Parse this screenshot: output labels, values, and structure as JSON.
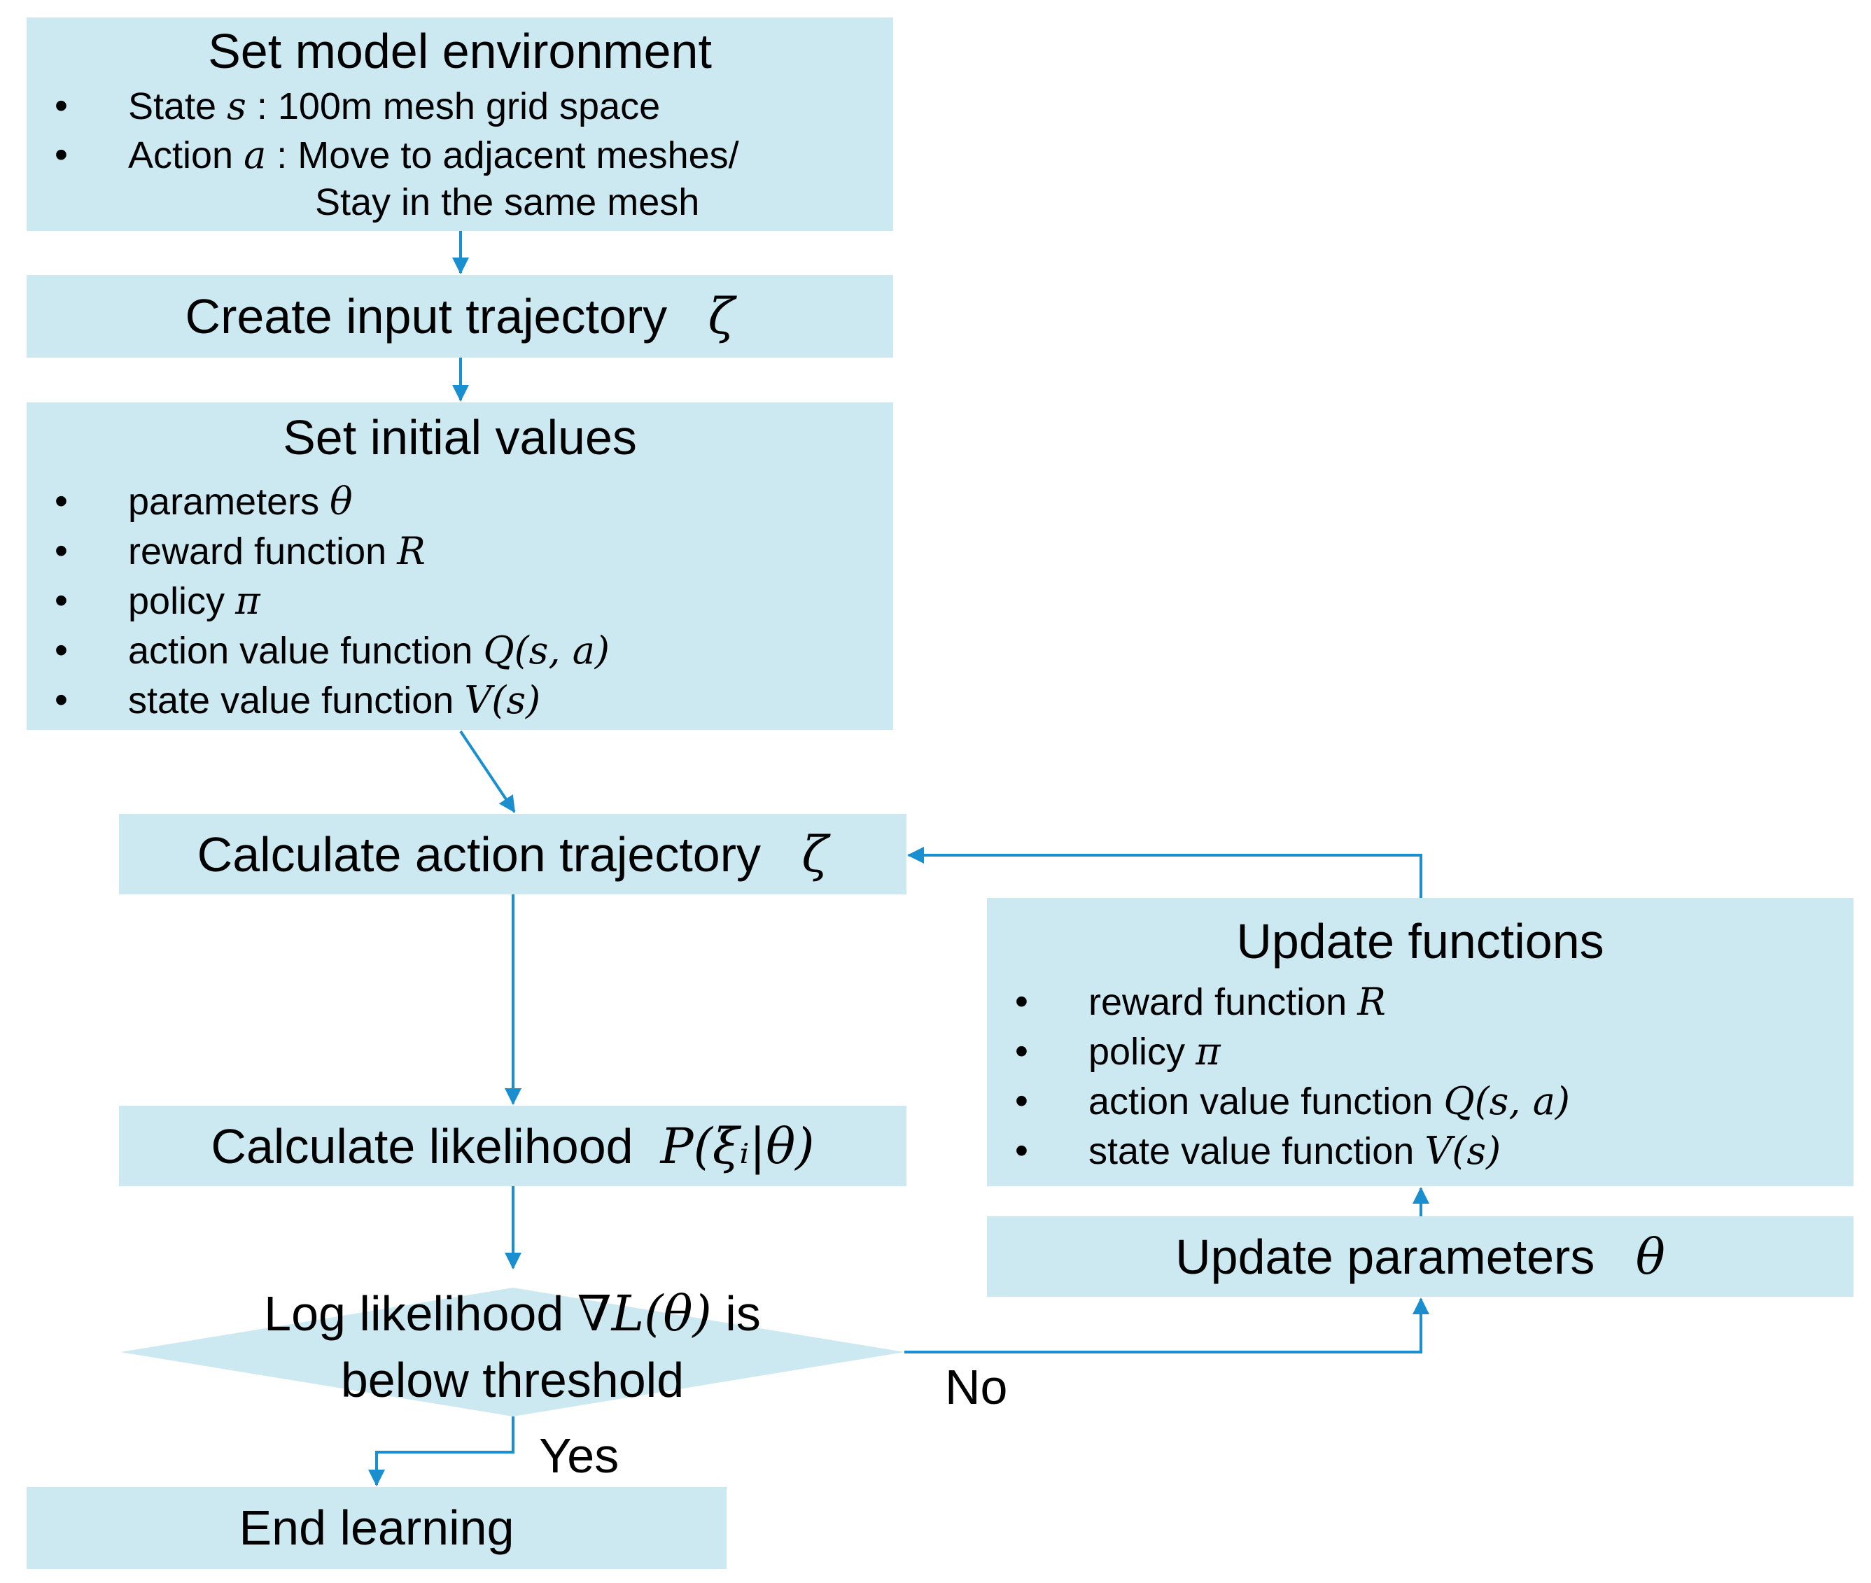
{
  "nodes": {
    "set_env": {
      "title": "Set model environment",
      "items": [
        {
          "pre": "State ",
          "sym": "s",
          "post": " : 100m mesh grid space"
        },
        {
          "pre": "Action ",
          "sym": "a",
          "post": " : Move to adjacent meshes/"
        }
      ],
      "continuation": "Stay in the same mesh"
    },
    "create_input": {
      "title": "Create input trajectory",
      "sym": "ζ"
    },
    "set_initial": {
      "title": "Set initial values",
      "items": [
        {
          "pre": "parameters ",
          "sym": "θ"
        },
        {
          "pre": "reward function ",
          "sym": "R"
        },
        {
          "pre": "policy ",
          "sym": "π"
        },
        {
          "pre": "action value function ",
          "sym": "Q(s, a)"
        },
        {
          "pre": "state value function ",
          "sym": "V(s)"
        }
      ]
    },
    "calc_action": {
      "title": "Calculate action trajectory",
      "sym": "ζ"
    },
    "calc_likelihood": {
      "title": "Calculate likelihood",
      "sym": "P(ξᵢ|θ)"
    },
    "decision": {
      "line1_pre": "Log likelihood ",
      "line1_sym": "∇L(θ)",
      "line1_post": " is",
      "line2": "below threshold"
    },
    "end": {
      "title": "End learning"
    },
    "update_params": {
      "title": "Update parameters",
      "sym": "θ"
    },
    "update_funcs": {
      "title": "Update functions",
      "items": [
        {
          "pre": "reward function ",
          "sym": "R"
        },
        {
          "pre": "policy ",
          "sym": "π"
        },
        {
          "pre": "action value function ",
          "sym": "Q(s, a)"
        },
        {
          "pre": "state value function ",
          "sym": "V(s)"
        }
      ]
    }
  },
  "edge_labels": {
    "yes": "Yes",
    "no": "No"
  },
  "bullet": "•",
  "colors": {
    "box_fill": "#cce9f2",
    "arrow": "#1a8fd0"
  }
}
